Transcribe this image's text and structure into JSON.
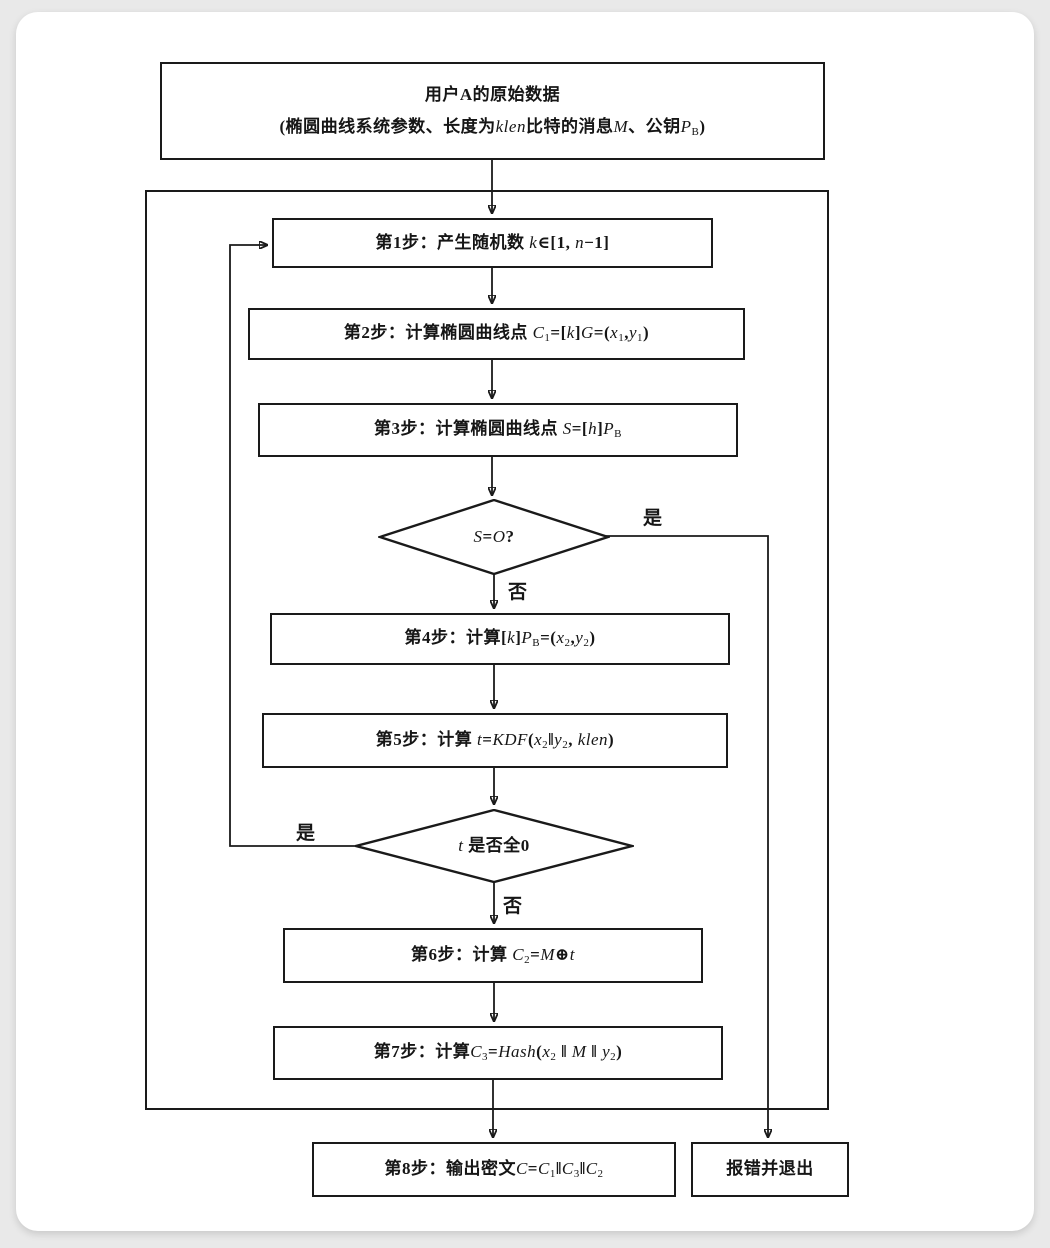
{
  "page": {
    "background": "#e9e9e9",
    "card_background": "#ffffff",
    "line_color": "#1a1a1a"
  },
  "flowchart": {
    "start_box": {
      "line1": "用户A的原始数据",
      "line2_html": "(椭圆曲线系统参数、长度为<i>klen</i>比特的消息<i>M</i>、公钥<i>P</i><sub>B</sub>)"
    },
    "steps": {
      "step1_html": "第1步：产生随机数 <i>k</i>∈[1, <i>n</i>−1]",
      "step2_html": "第2步：计算椭圆曲线点 <i>C</i><sub>1</sub>=[<i>k</i>]<i>G</i>=(<i>x</i><sub>1</sub>,<i>y</i><sub>1</sub>)",
      "step3_html": "第3步：计算椭圆曲线点 <i>S</i>=[<i>h</i>]<i>P</i><sub>B</sub>",
      "step4_html": "第4步：计算[<i>k</i>]<i>P</i><sub>B</sub>=(<i>x</i><sub>2</sub>,<i>y</i><sub>2</sub>)",
      "step5_html": "第5步：计算 <i>t</i>=<i>KDF</i>(<i>x</i><sub>2</sub>‖<i>y</i><sub>2</sub>, <i>klen</i>)",
      "step6_html": "第6步：计算 <i>C</i><sub>2</sub>=<i>M</i>⊕<i>t</i>",
      "step7_html": "第7步：计算<i>C</i><sub>3</sub>=<i>Hash</i>(<i>x</i><sub>2</sub> ‖ <i>M</i> ‖ <i>y</i><sub>2</sub>)",
      "step8_html": "第8步：输出密文<i>C</i>=<i>C</i><sub>1</sub>‖<i>C</i><sub>3</sub>‖<i>C</i><sub>2</sub>"
    },
    "decisions": {
      "d1_html": "<i>S</i>=<i>O</i>?",
      "d2_html": "<i>t</i> 是否全0"
    },
    "branch_labels": {
      "d1_yes": "是",
      "d1_no": "否",
      "d2_yes": "是",
      "d2_no": "否"
    },
    "error_box": "报错并退出"
  }
}
